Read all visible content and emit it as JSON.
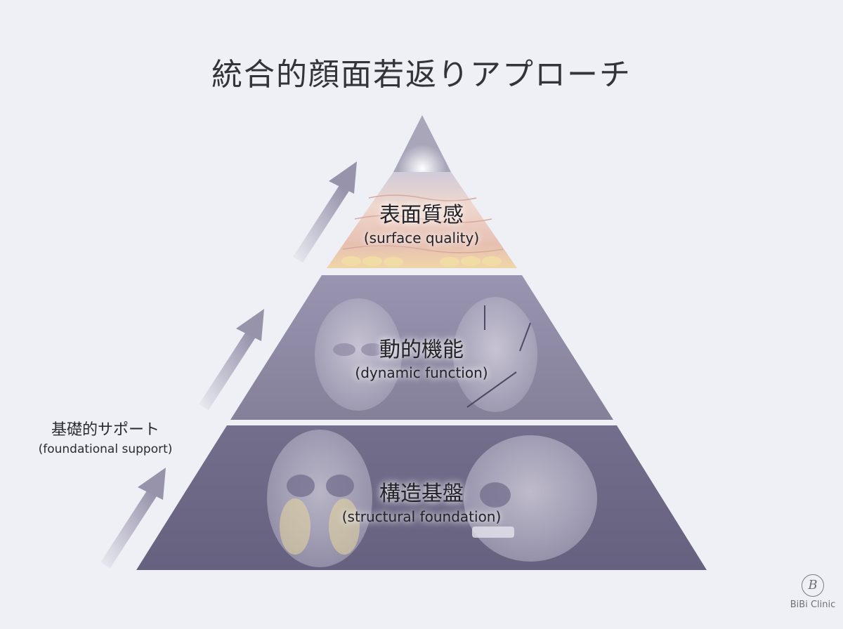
{
  "title": "統合的顔面若返りアプローチ",
  "tiers": [
    {
      "jp": "表面質感",
      "en": "(surface quality)"
    },
    {
      "jp": "動的機能",
      "en": "(dynamic function)"
    },
    {
      "jp": "構造基盤",
      "en": "(structural foundation)"
    }
  ],
  "side_label": {
    "jp": "基礎的サポート",
    "en": "(foundational support)"
  },
  "logo": {
    "mark": "B",
    "name": "BiBi Clinic"
  },
  "colors": {
    "background": "#eef0f6",
    "top_tier": "#e9c9bf",
    "middle_tier": "#8c87a3",
    "bottom_tier": "#6c6786",
    "arrows": "#9a97ad"
  }
}
